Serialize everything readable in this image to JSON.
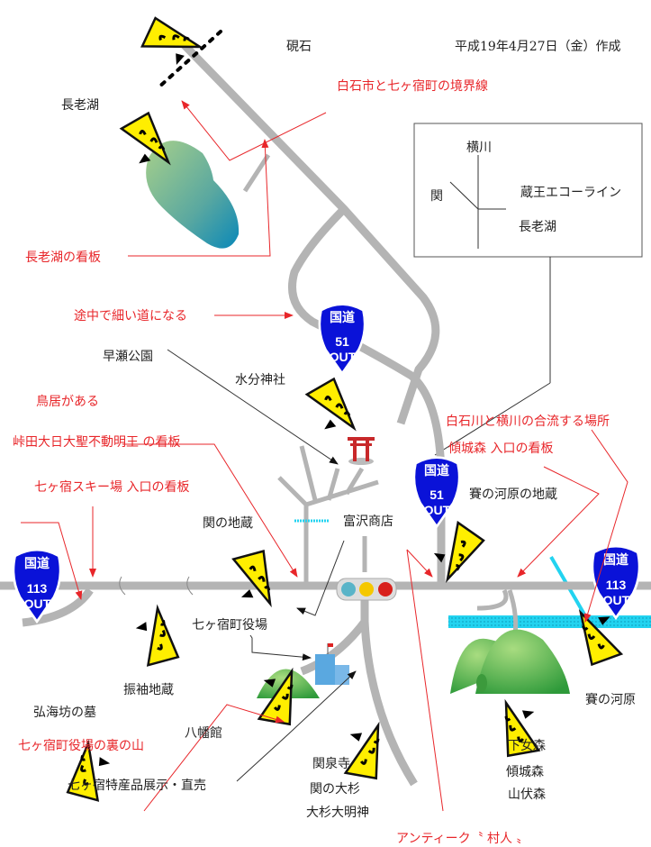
{
  "header": {
    "date": "平成19年4月27日（金）作成"
  },
  "places": {
    "suzuriishi": "硯石",
    "choro_lake": "長老湖",
    "hayase_park": "早瀬公園",
    "mikumari_shrine": "水分神社",
    "seki_jizo": "関の地蔵",
    "tomizawa_shop": "富沢商店",
    "town_office": "七ヶ宿町役場",
    "sainokawara_jizo": "賽の河原の地蔵",
    "furisode_jizo": "振袖地蔵",
    "kokaibo_grave": "弘海坊の墓",
    "hachiman": "八幡館",
    "products": "七ヶ宿特産品展示・直売",
    "kansenji": "関泉寺",
    "seki_osugi": "関の大杉",
    "osugi_shrine": "大杉大明神",
    "shimomemori": "下女森",
    "keiseimori": "傾城森",
    "yamabushimori": "山伏森",
    "sainokawara": "賽の河原"
  },
  "notes": {
    "boundary": "白石市と七ヶ宿町の境界線",
    "choro_sign": "長老湖の看板",
    "narrow_road": "途中で細い道になる",
    "torii": "鳥居がある",
    "fudo_sign": "峠田大日大聖不動明王 の看板",
    "ski_sign": "七ヶ宿スキー場 入口の看板",
    "confluence": "白石川と横川の合流する場所",
    "keisei_sign": "傾城森 入口の看板",
    "back_mountain": "七ヶ宿町役場の裏の山",
    "antique": "アンティーク〝 村人 〟"
  },
  "inset": {
    "yokokawa": "横川",
    "seki": "関",
    "zao_echo": "蔵王エコーライン",
    "choro": "長老湖"
  },
  "route_signs": {
    "kokudo": "国道",
    "route": "ROUTE",
    "r51": "51",
    "r113": "113"
  },
  "colors": {
    "annotation": "#e8262a",
    "road": "#b4b4b4",
    "sign": "#ffee00",
    "route": "#0a12d8",
    "river": "#22d3f0"
  }
}
